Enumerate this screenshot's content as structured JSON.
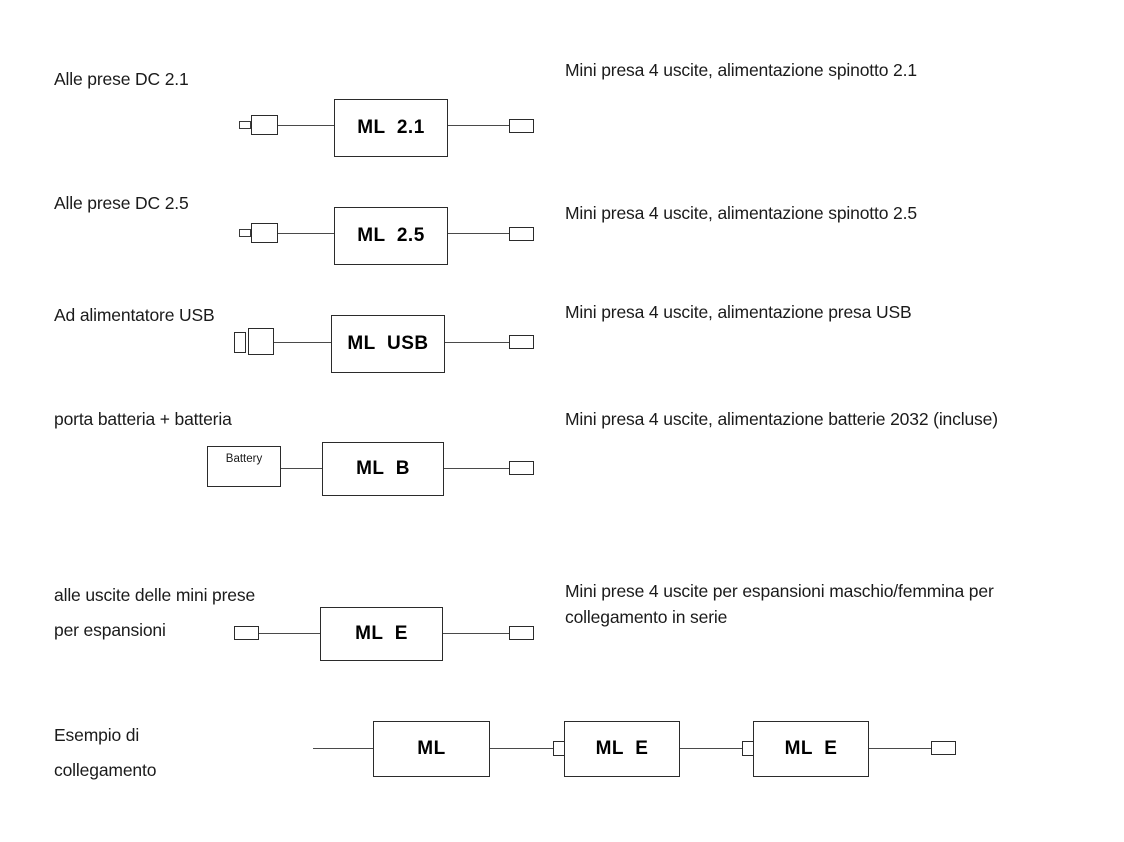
{
  "page": {
    "background": "#ffffff",
    "line_color": "#2b2b2b",
    "text_color": "#1b1b1b"
  },
  "rows": [
    {
      "id": "dc21",
      "left_label": "Alle prese DC 2.1",
      "right_label": "Mini presa 4 uscite, alimentazione spinotto 2.1",
      "box_label": "ML  2.1",
      "input_connector": "dc-plug-2.1",
      "output_connector": "mini-socket"
    },
    {
      "id": "dc25",
      "left_label": "Alle prese DC 2.5",
      "right_label": "Mini presa 4 uscite, alimentazione spinotto 2.5",
      "box_label": "ML  2.5",
      "input_connector": "dc-plug-2.5",
      "output_connector": "mini-socket"
    },
    {
      "id": "usb",
      "left_label": "Ad alimentatore USB",
      "right_label": "Mini presa 4 uscite, alimentazione presa USB",
      "box_label": "ML  USB",
      "input_connector": "usb-plug",
      "output_connector": "mini-socket"
    },
    {
      "id": "battery",
      "left_label": "porta batteria + batteria",
      "right_label": "Mini presa 4 uscite, alimentazione batterie 2032 (incluse)",
      "box_label": "ML  B",
      "battery_box_label": "Battery",
      "input_connector": "battery-holder",
      "output_connector": "mini-socket"
    },
    {
      "id": "expansion",
      "left_label_line1": "alle uscite delle mini prese",
      "left_label_line2": "per espansioni",
      "right_label": "Mini prese 4 uscite per espansioni maschio/femmina per collegamento in serie",
      "box_label": "ML  E",
      "input_connector": "mini-socket",
      "output_connector": "mini-socket"
    },
    {
      "id": "example",
      "left_label_line1": "Esempio di",
      "left_label_line2": "collegamento",
      "chain": [
        {
          "box_label": "ML",
          "male_tab": false
        },
        {
          "box_label": "ML  E",
          "male_tab": true
        },
        {
          "box_label": "ML  E",
          "male_tab": true
        }
      ],
      "output_connector": "mini-socket"
    }
  ]
}
